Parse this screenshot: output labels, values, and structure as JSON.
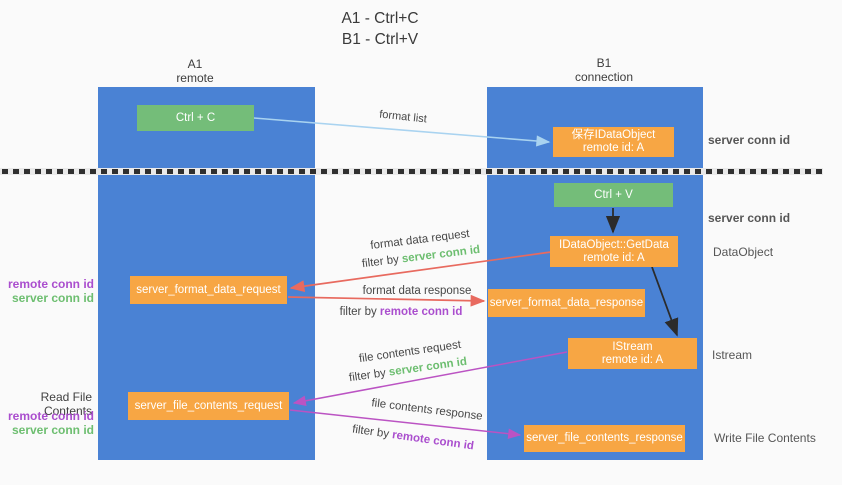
{
  "title": {
    "line1": "A1 - Ctrl+C",
    "line2": "B1 - Ctrl+V"
  },
  "columns": {
    "left": {
      "name": "A1",
      "role": "remote"
    },
    "right": {
      "name": "B1",
      "role": "connection"
    }
  },
  "nodes": {
    "ctrl_c": {
      "label": "Ctrl + C"
    },
    "ctrl_v": {
      "label": "Ctrl + V"
    },
    "save_dataobject": {
      "line1": "保存IDataObject",
      "line2": "remote id: A"
    },
    "getdata": {
      "line1": "IDataObject::GetData",
      "line2": "remote id: A"
    },
    "istream": {
      "line1": "IStream",
      "line2": "remote id: A"
    },
    "format_request": {
      "label": "server_format_data_request"
    },
    "format_response": {
      "label": "server_format_data_response"
    },
    "file_request": {
      "label": "server_file_contents_request"
    },
    "file_response": {
      "label": "server_file_contents_response"
    }
  },
  "flow_labels": {
    "format_list": "format list",
    "format_data_request": "format data request",
    "format_data_request_filter": {
      "prefix": "filter by ",
      "key": "server conn id"
    },
    "format_data_response": "format data response",
    "format_data_response_filter": {
      "prefix": "filter by ",
      "key": "remote conn id"
    },
    "file_contents_request": "file contents request",
    "file_contents_request_filter": {
      "prefix": "filter by ",
      "key": "server conn id"
    },
    "file_contents_response": "file contents response",
    "file_contents_response_filter": {
      "prefix": "filter by ",
      "key": "remote conn id"
    }
  },
  "annotations": {
    "left": {
      "format_pair": {
        "remote": "remote conn id",
        "server": "server conn id"
      },
      "read_file_contents": "Read File Contents",
      "file_pair": {
        "remote": "remote conn id",
        "server": "server conn id"
      }
    },
    "right": {
      "server_conn_id_top": "server conn id",
      "server_conn_id_mid": "server conn id",
      "dataobject": "DataObject",
      "istream": "Istream",
      "write_file_contents": "Write File Contents"
    }
  },
  "colors": {
    "background": "#fafafa",
    "column_blue": "#4a82d4",
    "node_green": "#74bd79",
    "node_orange": "#f7a644",
    "arrow_light_blue": "#a9d3f0",
    "arrow_red": "#e86a5f",
    "arrow_purple": "#bb53c3",
    "arrow_black": "#2b2b2b",
    "text_green": "#6dbe70",
    "text_purple": "#aa4ece"
  }
}
